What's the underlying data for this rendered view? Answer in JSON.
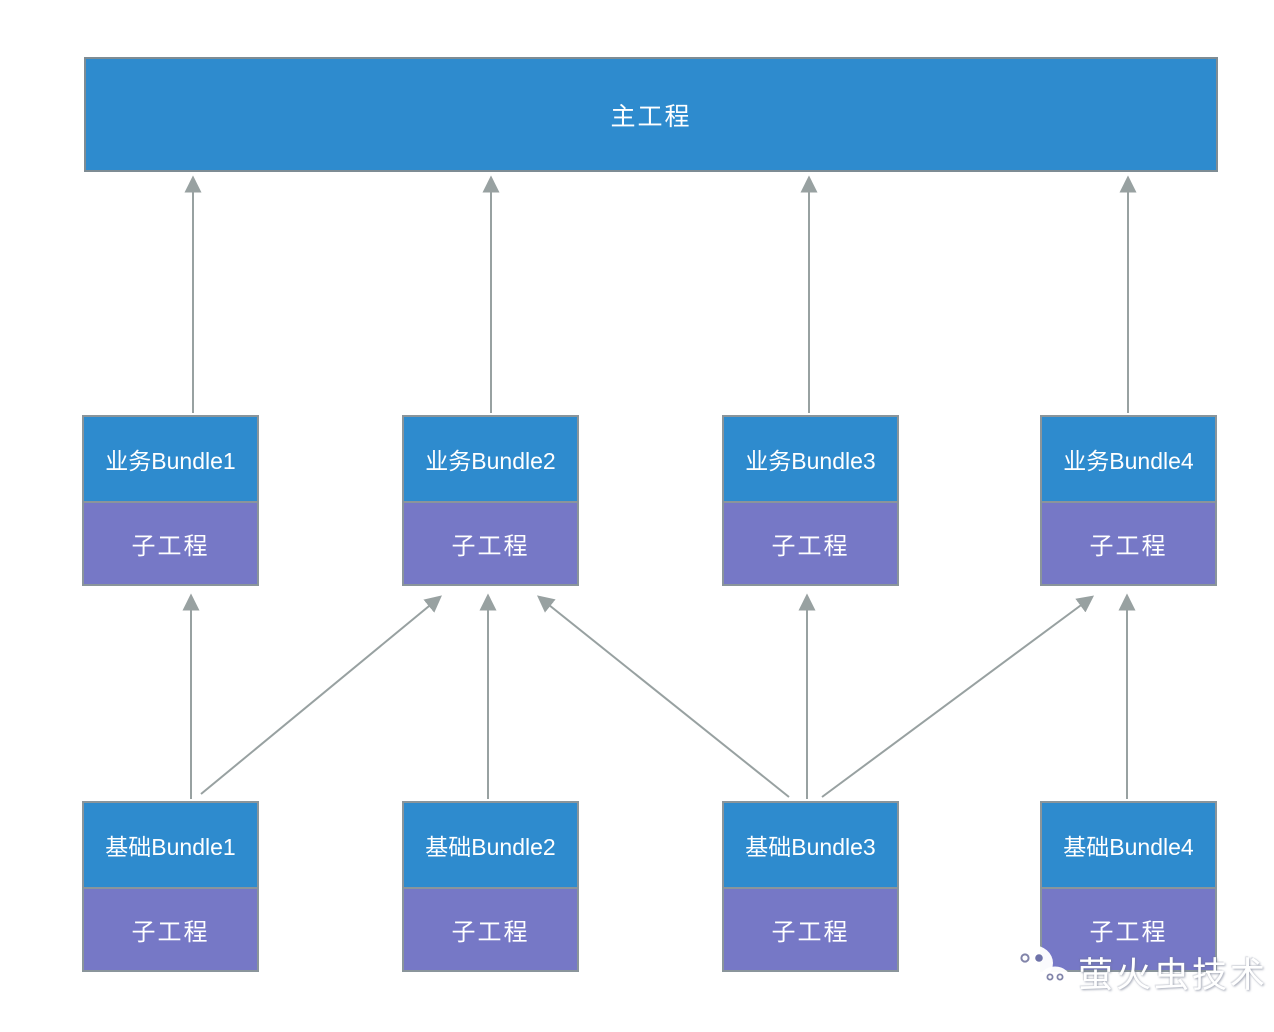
{
  "diagram": {
    "main_project": {
      "id": "main",
      "label": "主工程"
    },
    "business_bundles": [
      {
        "id": "business1",
        "title": "业务Bundle1",
        "subtitle": "子工程"
      },
      {
        "id": "business2",
        "title": "业务Bundle2",
        "subtitle": "子工程"
      },
      {
        "id": "business3",
        "title": "业务Bundle3",
        "subtitle": "子工程"
      },
      {
        "id": "business4",
        "title": "业务Bundle4",
        "subtitle": "子工程"
      }
    ],
    "base_bundles": [
      {
        "id": "base1",
        "title": "基础Bundle1",
        "subtitle": "子工程"
      },
      {
        "id": "base2",
        "title": "基础Bundle2",
        "subtitle": "子工程"
      },
      {
        "id": "base3",
        "title": "基础Bundle3",
        "subtitle": "子工程"
      },
      {
        "id": "base4",
        "title": "基础Bundle4",
        "subtitle": "子工程"
      }
    ],
    "edges": [
      {
        "from": "business1",
        "to": "main"
      },
      {
        "from": "business2",
        "to": "main"
      },
      {
        "from": "business3",
        "to": "main"
      },
      {
        "from": "business4",
        "to": "main"
      },
      {
        "from": "base1",
        "to": "business1"
      },
      {
        "from": "base1",
        "to": "business2"
      },
      {
        "from": "base2",
        "to": "business2"
      },
      {
        "from": "base3",
        "to": "business2"
      },
      {
        "from": "base3",
        "to": "business3"
      },
      {
        "from": "base3",
        "to": "business4"
      },
      {
        "from": "base4",
        "to": "business4"
      }
    ]
  },
  "watermark": {
    "text": "萤火虫技术",
    "icon": "wechat-chat-bubbles"
  },
  "colors": {
    "box_blue": "#2E8BCE",
    "box_purple": "#7678C6",
    "border_gray": "#8A959B",
    "arrow_gray": "#98A1A1",
    "background": "#FFFFFF",
    "text": "#FFFFFF"
  }
}
